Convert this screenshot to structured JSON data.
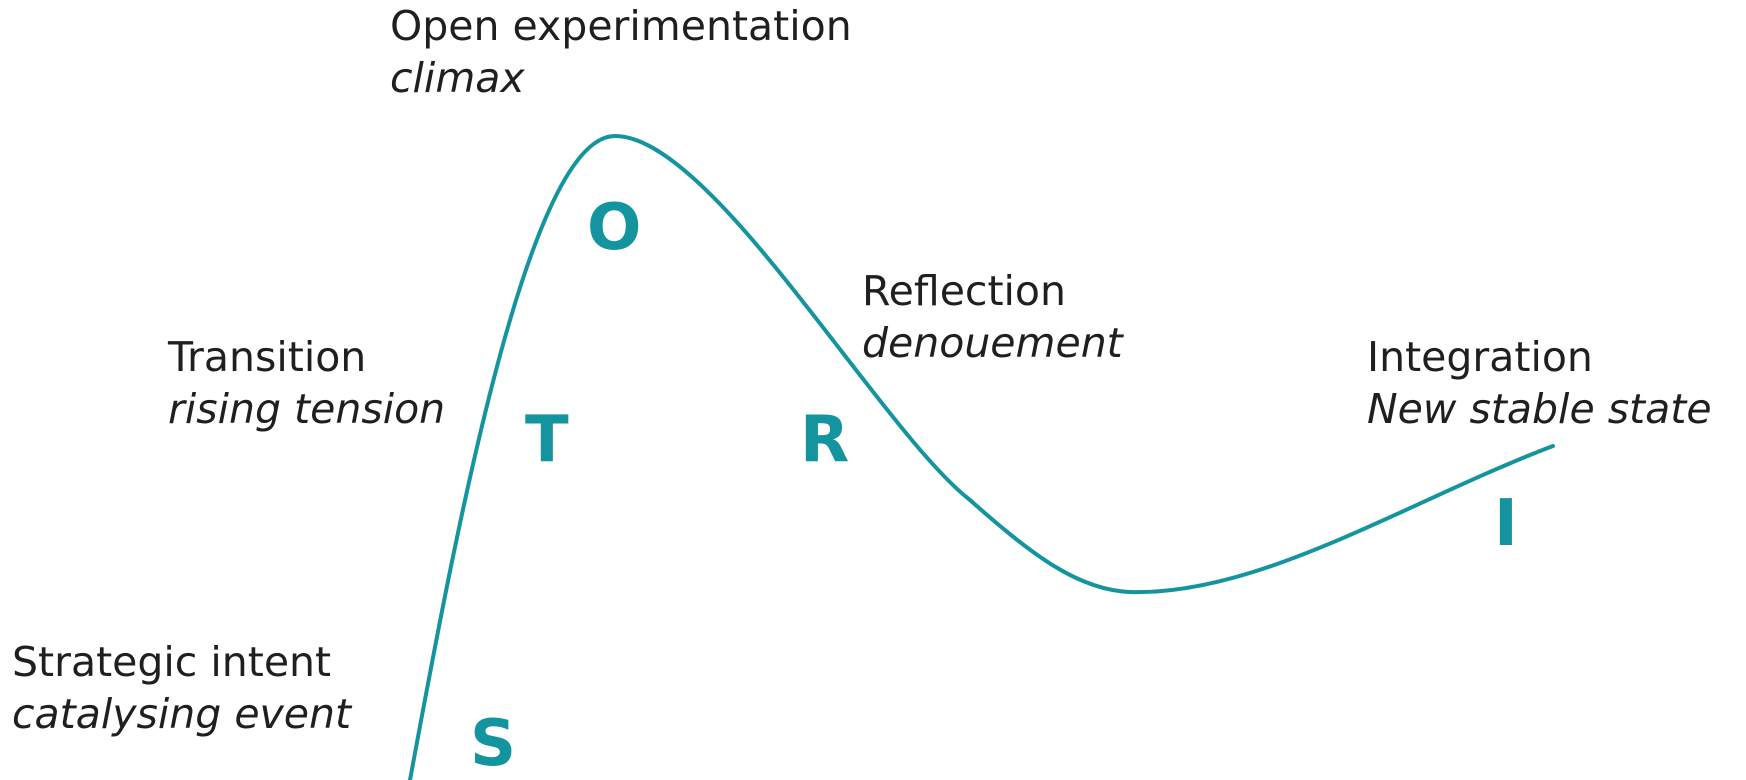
{
  "colors": {
    "accent": "#14949f",
    "text": "#1f1f1f",
    "background": "#ffffff"
  },
  "stages": {
    "open": {
      "name": "Open experimentation",
      "subtitle": "climax",
      "letter": "O"
    },
    "transition": {
      "name": "Transition",
      "subtitle": "rising tension",
      "letter": "T"
    },
    "reflection": {
      "name": "Reflection",
      "subtitle": "denouement",
      "letter": "R"
    },
    "integration": {
      "name": "Integration",
      "subtitle": "New stable state",
      "letter": "I"
    },
    "strategic": {
      "name": "Strategic intent",
      "subtitle": "catalysing event",
      "letter": "S"
    }
  }
}
